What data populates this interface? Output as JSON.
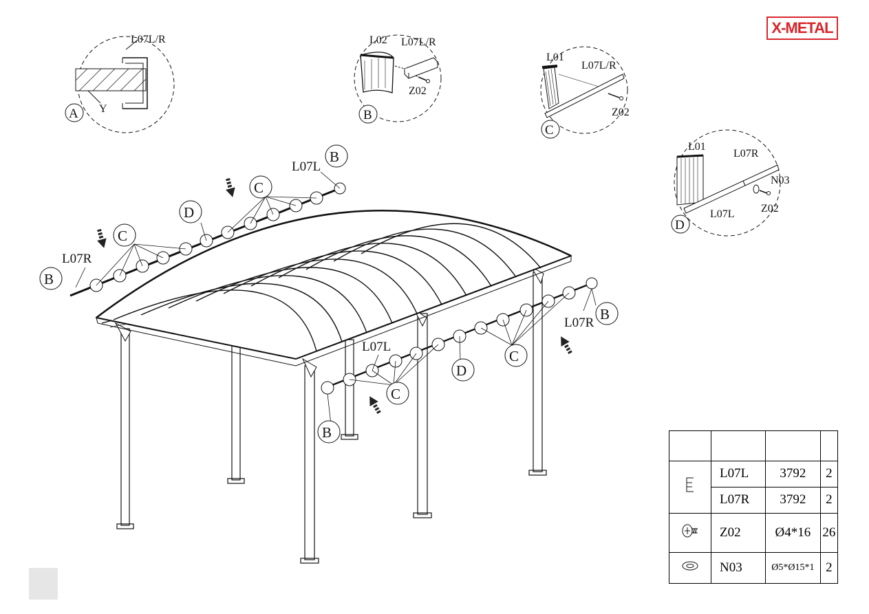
{
  "brand": {
    "name": "X-METAL",
    "color": "#d7262c"
  },
  "details": {
    "A": {
      "letter": "A",
      "parts": [
        "L07L/R",
        "Y"
      ]
    },
    "B": {
      "letter": "B",
      "parts": [
        "L02",
        "L07L/R",
        "Z02"
      ]
    },
    "C": {
      "letter": "C",
      "parts": [
        "L01",
        "L07L/R",
        "Z02"
      ]
    },
    "D": {
      "letter": "D",
      "parts": [
        "L01",
        "L07R",
        "N03",
        "Z02",
        "L07L"
      ]
    }
  },
  "main": {
    "back_rail": {
      "left_label": "L07R",
      "right_label": "L07L"
    },
    "front_rail": {
      "left_label": "L07L",
      "right_label": "L07R"
    },
    "callouts": {
      "b": "B",
      "c": "C",
      "d": "D"
    }
  },
  "parts_table": {
    "rows": [
      {
        "icon": "profile-icon",
        "code": "L07L",
        "size": "3792",
        "qty": "2"
      },
      {
        "icon": "profile-icon",
        "code": "L07R",
        "size": "3792",
        "qty": "2"
      },
      {
        "icon": "screw-icon",
        "code": "Z02",
        "size": "Ø4*16",
        "qty": "26"
      },
      {
        "icon": "washer-icon",
        "code": "N03",
        "size": "Ø5*Ø15*1",
        "qty": "2"
      }
    ]
  }
}
